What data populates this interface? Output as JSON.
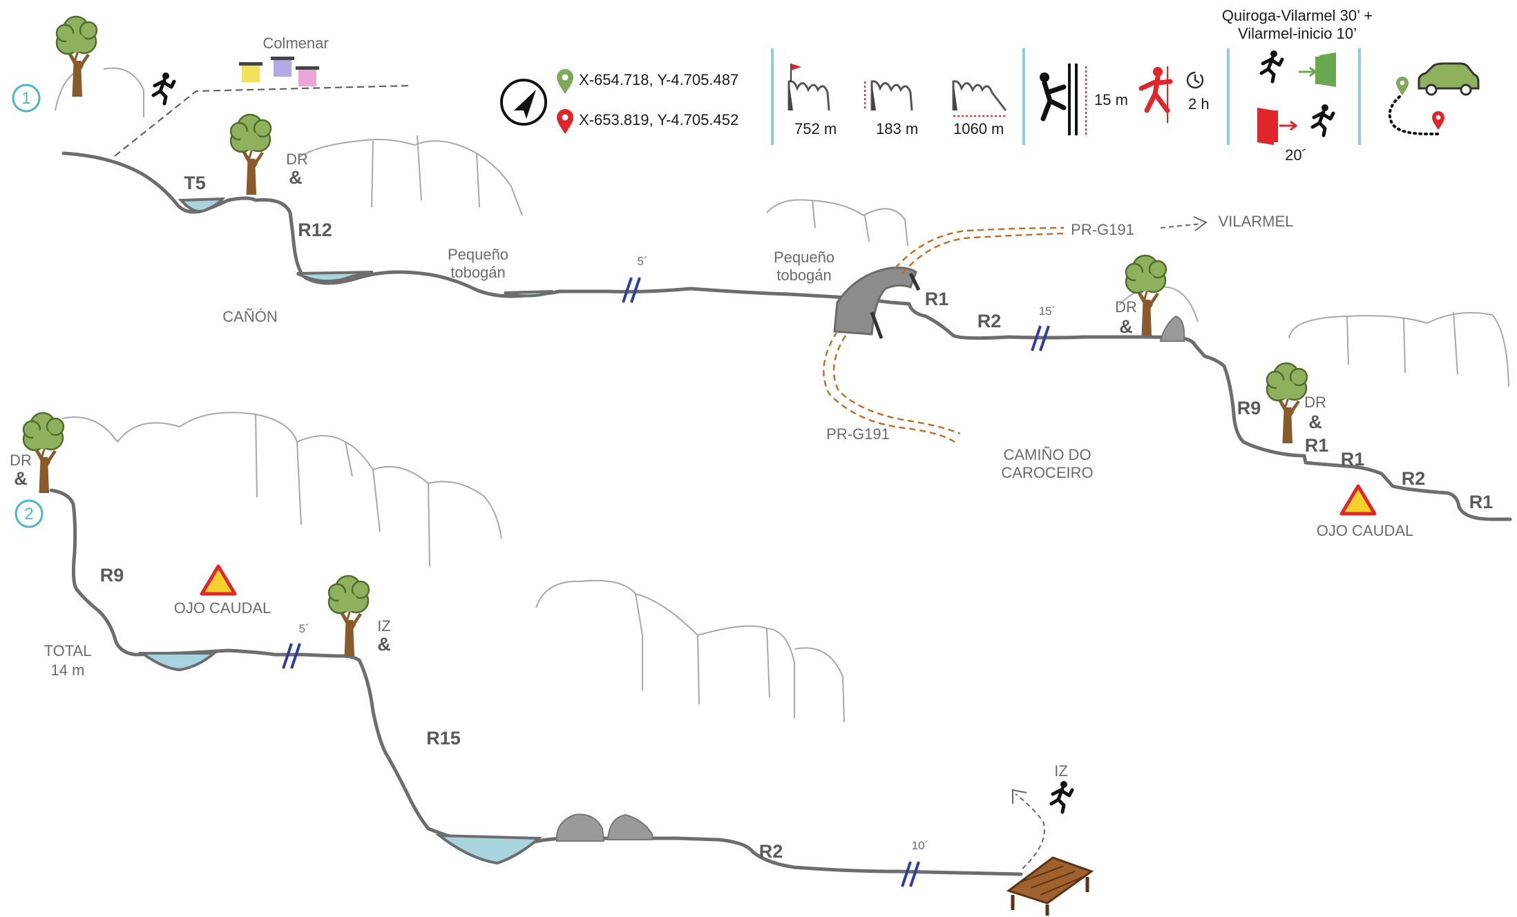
{
  "legend": {
    "coord_start": "X-654.718, Y-4.705.487",
    "coord_end": "X-653.819, Y-4.705.452",
    "altitude": "752 m",
    "drop": "183 m",
    "length": "1060 m",
    "max_rappel": "15 m",
    "descent_time": "2 h",
    "approach_line1": "Quiroga-Vilarmel 30’ +",
    "approach_line2": "Vilarmel-inicio 10’",
    "return_time": "20´",
    "colors": {
      "start_pin": "#7ea85a",
      "end_pin": "#e0262b",
      "entry_door": "#6aa84f",
      "exit_door": "#e0262b",
      "car": "#6a9a4e",
      "section_marker": "#4cb6c4"
    }
  },
  "section1": {
    "marker": "1",
    "colmenar": "Colmenar",
    "t5": "T5",
    "dr_1": "DR",
    "amp_1": "&",
    "r12": "R12",
    "canon": "CAÑÓN",
    "tobogan1_line1": "Pequeño",
    "tobogan1_line2": "tobogán",
    "time_5": "5´",
    "tobogan2_line1": "Pequeño",
    "tobogan2_line2": "tobogán",
    "r1_a": "R1",
    "r2_a": "R2",
    "pr_top": "PR-G191",
    "vilarmel": "VILARMEL",
    "time_15": "15´",
    "dr_2": "DR",
    "amp_2": "&",
    "pr_bottom": "PR-G191",
    "camino_line1": "CAMIÑO DO",
    "camino_line2": "CAROCEIRO",
    "r9_a": "R9",
    "dr_3": "DR",
    "amp_3": "&",
    "r1_b": "R1",
    "r1_c": "R1",
    "r2_b": "R2",
    "r1_d": "R1",
    "ojo_caudal_a": "OJO CAUDAL"
  },
  "section2": {
    "marker": "2",
    "dr": "DR",
    "amp": "&",
    "r9": "R9",
    "ojo_caudal": "OJO CAUDAL",
    "total_line1": "TOTAL",
    "total_line2": "14 m",
    "time_5": "5´",
    "iz": "IZ",
    "amp_iz": "&",
    "r15": "R15",
    "r2": "R2",
    "time_10": "10´",
    "iz_exit": "IZ"
  }
}
